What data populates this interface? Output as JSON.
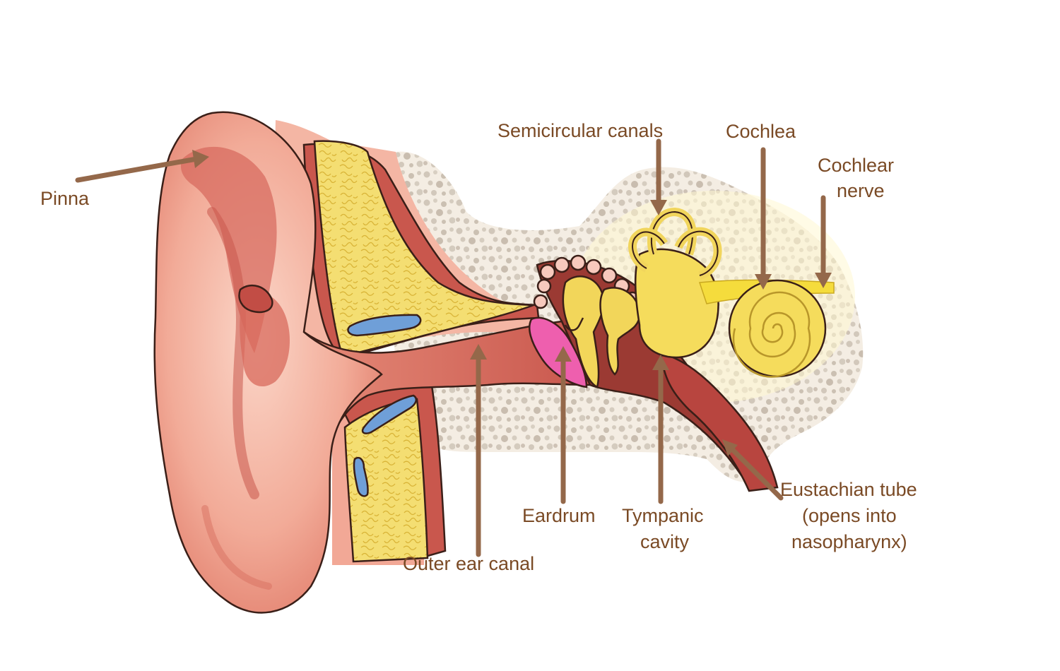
{
  "labels": {
    "pinna": "Pinna",
    "semicircular_canals": "Semicircular canals",
    "cochlea": "Cochlea",
    "cochlear_nerve_line1": "Cochlear",
    "cochlear_nerve_line2": "nerve",
    "outer_ear_canal": "Outer ear canal",
    "eardrum": "Eardrum",
    "tympanic_cavity_line1": "Tympanic",
    "tympanic_cavity_line2": "cavity",
    "eustachian_tube_line1": "Eustachian tube",
    "eustachian_tube_line2": "(opens into",
    "eustachian_tube_line3": "nasopharynx)"
  },
  "colors": {
    "label_text": "#7a4a25",
    "pointer": "#94684a",
    "skin": "#f0a894",
    "skin_dark": "#d9695c",
    "flesh_deep": "#b8453f",
    "fat_yellow": "#f3dc6a",
    "bone_grey": "#ccc2b5",
    "inner_ear_yellow": "#f5dc5c",
    "eardrum_pink": "#ee5fae",
    "vessel_blue": "#6f9fd8"
  }
}
